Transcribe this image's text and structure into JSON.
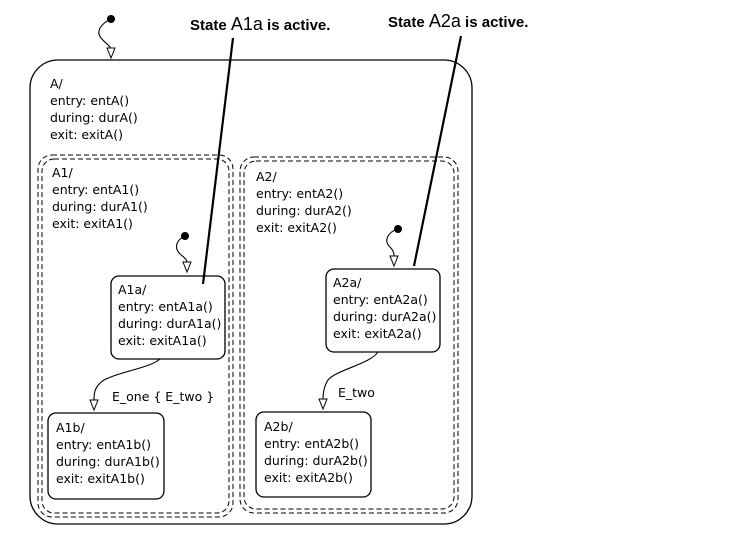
{
  "annotations": {
    "a1a_prefix": "State ",
    "a1a_state": "A1a",
    "a1a_suffix": " is active.",
    "a2a_prefix": "State ",
    "a2a_state": "A2a",
    "a2a_suffix": " is active."
  },
  "states": {
    "A": {
      "name": "A/",
      "entry": "entry: entA()",
      "during": "during: durA()",
      "exit": "exit: exitA()"
    },
    "A1": {
      "name": "A1/",
      "entry": "entry: entA1()",
      "during": "during: durA1()",
      "exit": "exit: exitA1()"
    },
    "A2": {
      "name": "A2/",
      "entry": "entry: entA2()",
      "during": "during: durA2()",
      "exit": "exit: exitA2()"
    },
    "A1a": {
      "name": "A1a/",
      "entry": "entry: entA1a()",
      "during": "during: durA1a()",
      "exit": "exit: exitA1a()"
    },
    "A1b": {
      "name": "A1b/",
      "entry": "entry: entA1b()",
      "during": "during: durA1b()",
      "exit": "exit: exitA1b()"
    },
    "A2a": {
      "name": "A2a/",
      "entry": "entry: entA2a()",
      "during": "during: durA2a()",
      "exit": "exit: exitA2a()"
    },
    "A2b": {
      "name": "A2b/",
      "entry": "entry: entA2b()",
      "during": "during: durA2b()",
      "exit": "exit: exitA2b()"
    }
  },
  "transitions": {
    "A1a_to_A1b": "E_one { E_two }",
    "A2a_to_A2b": "E_two"
  }
}
